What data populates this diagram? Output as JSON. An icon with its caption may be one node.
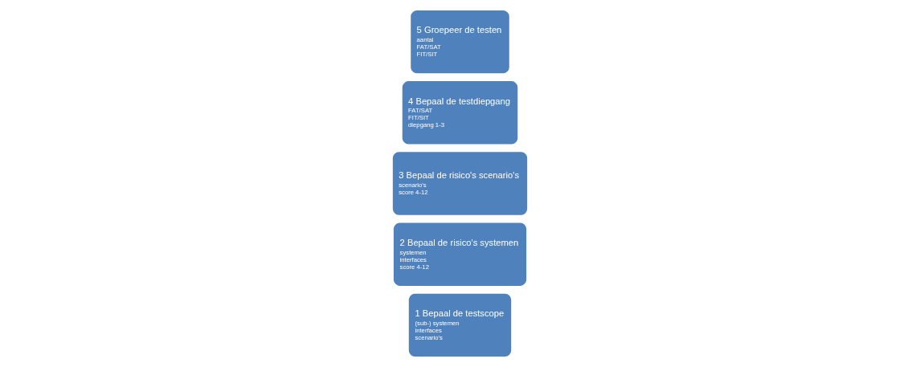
{
  "diagram": {
    "nodes": [
      {
        "text": [
          "1 Bepaal de testscope",
          "(sub-) systemen",
          "interfaces",
          "scenario's"
        ]
      },
      {
        "text": [
          "2 Bepaal de risico's systemen",
          "systemen",
          "interfaces",
          "score 4-12"
        ]
      },
      {
        "text": [
          "3 Bepaal de risico's scenario's",
          "scenario's",
          "score 4-12"
        ]
      },
      {
        "text": [
          "4 Bepaal de testdiepgang",
          "FAT/SAT",
          "FIT/SIT",
          "diepgang 1-3"
        ]
      },
      {
        "text": [
          "5 Groepeer de testen",
          "aantal",
          "FAT/SAT",
          "FIT/SIT"
        ]
      }
    ],
    "edges": []
  }
}
